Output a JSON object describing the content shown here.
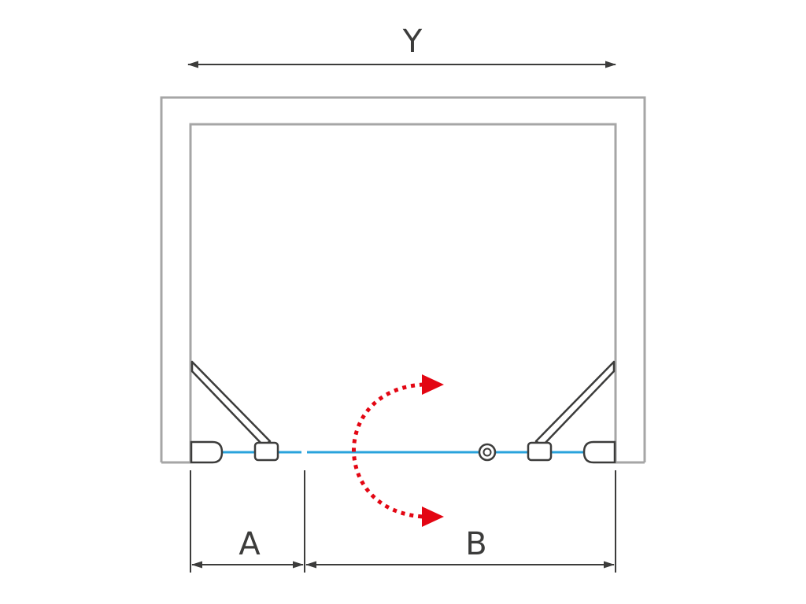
{
  "labels": {
    "overall_width": "Y",
    "fixed_panel": "A",
    "door_panel": "B"
  },
  "colors": {
    "frame": "#a6a6a6",
    "line": "#3c3c3b",
    "glass": "#29a3dc",
    "arrow": "#e30613",
    "background": "#ffffff"
  }
}
